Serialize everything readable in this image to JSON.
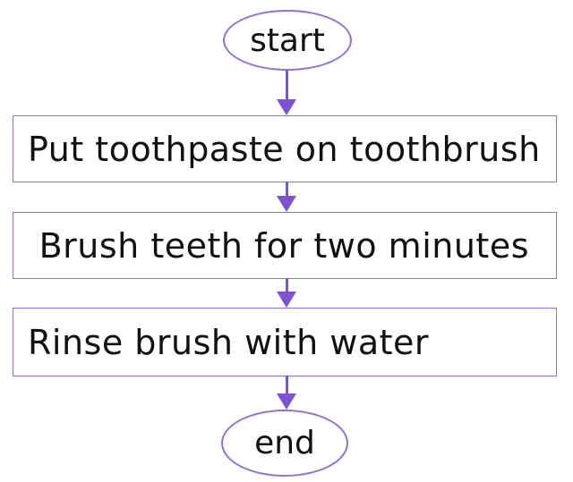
{
  "diagram": {
    "type": "flowchart",
    "direction": "top-to-bottom",
    "colors": {
      "background": "#ffffff",
      "shape_border": "#8f72d9",
      "arrow": "#7e53d3",
      "text": "#111111"
    },
    "nodes": [
      {
        "id": "start",
        "shape": "ellipse",
        "label": "start"
      },
      {
        "id": "step1",
        "shape": "rectangle",
        "label": "Put toothpaste on toothbrush"
      },
      {
        "id": "step2",
        "shape": "rectangle",
        "label": " Brush teeth for two minutes"
      },
      {
        "id": "step3",
        "shape": "rectangle",
        "label": "Rinse brush with water"
      },
      {
        "id": "end",
        "shape": "ellipse",
        "label": "end"
      }
    ],
    "edges": [
      {
        "from": "start",
        "to": "step1",
        "style": "arrow-down"
      },
      {
        "from": "step1",
        "to": "step2",
        "style": "arrow-down"
      },
      {
        "from": "step2",
        "to": "step3",
        "style": "arrow-down"
      },
      {
        "from": "step3",
        "to": "end",
        "style": "arrow-down"
      }
    ]
  }
}
